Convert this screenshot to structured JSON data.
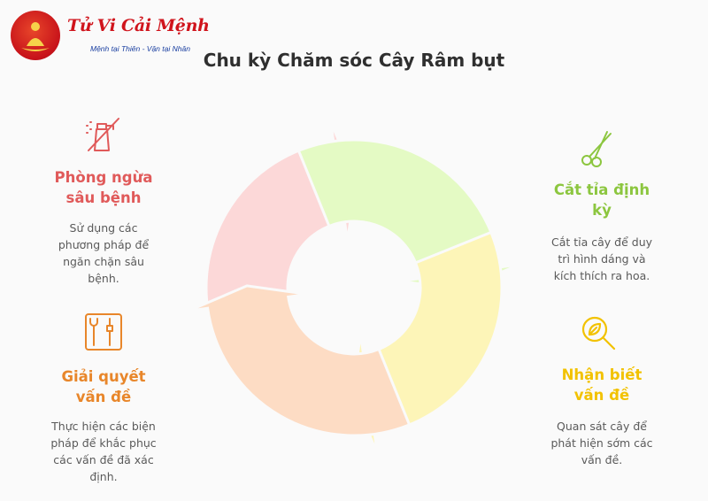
{
  "brand": {
    "name": "Tử Vi Cải Mệnh",
    "tagline": "Mệnh tại Thiên - Vận tại Nhân"
  },
  "title": "Chu kỳ Chăm sóc Cây Râm bụt",
  "steps": [
    {
      "id": "prevent-pests",
      "title": "Phòng ngừa sâu bệnh",
      "title_lines": [
        "Phòng ngừa",
        "sâu bệnh"
      ],
      "description_lines": [
        "Sử dụng các",
        "phương pháp để",
        "ngăn chặn sâu",
        "bệnh."
      ],
      "color": "#e05a5a",
      "arc_color": "#fcd8d8",
      "icon": "no-spray-icon"
    },
    {
      "id": "prune",
      "title": "Cắt tỉa định kỳ",
      "title_lines": [
        "Cắt tỉa định",
        "kỳ"
      ],
      "description_lines": [
        "Cắt tỉa cây để duy",
        "trì hình dáng và",
        "kích thích ra hoa."
      ],
      "color": "#8cc63f",
      "arc_color": "#e4fac4",
      "icon": "scissors-icon"
    },
    {
      "id": "identify",
      "title": "Nhận biết vấn đề",
      "title_lines": [
        "Nhận biết",
        "vấn đề"
      ],
      "description_lines": [
        "Quan sát cây để",
        "phát hiện sớm các",
        "vấn đề."
      ],
      "color": "#f2c200",
      "arc_color": "#fdf5b8",
      "icon": "magnifier-leaf-icon"
    },
    {
      "id": "solve",
      "title": "Giải quyết vấn đề",
      "title_lines": [
        "Giải quyết",
        "vấn đề"
      ],
      "description_lines": [
        "Thực hiện các biện",
        "pháp để khắc phục",
        "các vấn đề đã xác",
        "định."
      ],
      "color": "#e8862a",
      "arc_color": "#fddcc4",
      "icon": "tools-icon"
    }
  ]
}
